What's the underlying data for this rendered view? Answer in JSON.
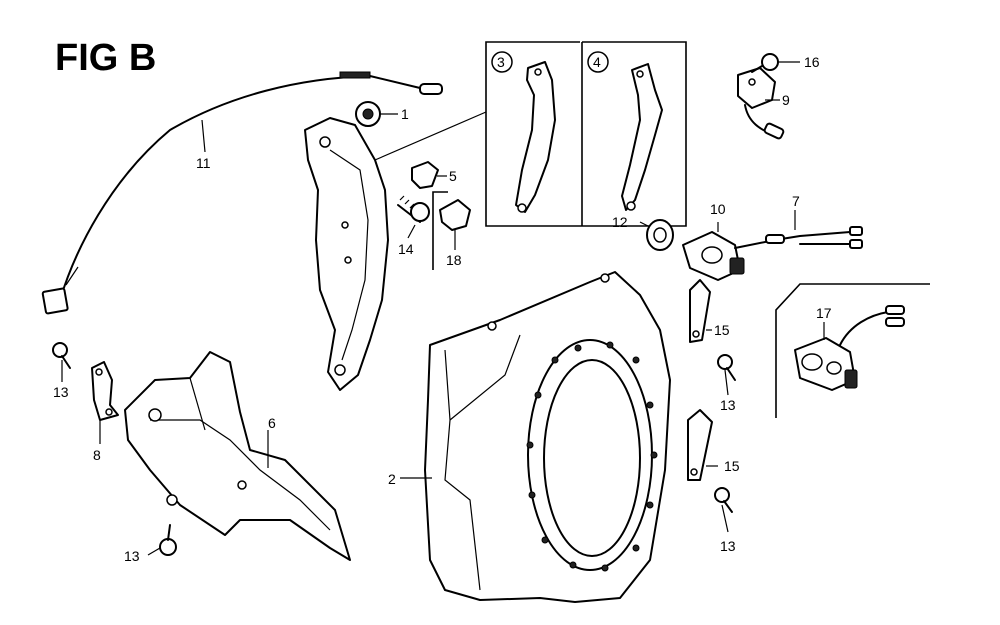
{
  "figure_title": "FIG B",
  "callouts": {
    "c1": "1",
    "c2": "2",
    "c3": "3",
    "c4": "4",
    "c5": "5",
    "c6": "6",
    "c7": "7",
    "c8": "8",
    "c9": "9",
    "c10": "10",
    "c11": "11",
    "c12": "12",
    "c13a": "13",
    "c13b": "13",
    "c13c": "13",
    "c13d": "13",
    "c14": "14",
    "c15a": "15",
    "c15b": "15",
    "c16": "16",
    "c17": "17",
    "c18": "18"
  }
}
